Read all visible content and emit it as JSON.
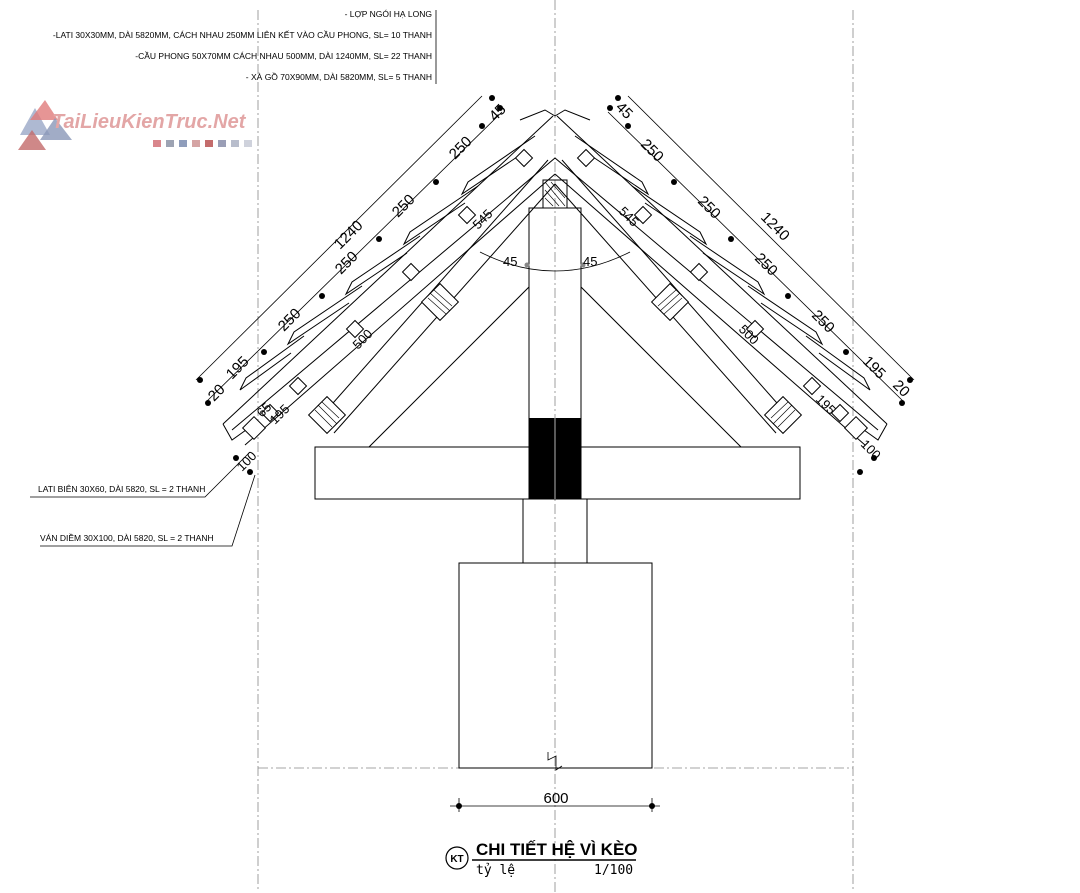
{
  "notes": {
    "roof": "- LỢP NGÓI HẠ LONG",
    "lati": "-LATI 30X30MM, DÀI 5820MM, CÁCH NHAU 250MM LIÊN KẾT VÀO CẦU PHONG, SL= 10 THANH",
    "cau_phong": "-CẦU PHONG 50X70MM CÁCH NHAU 500MM, DÀI 1240MM, SL= 22 THANH",
    "xa_go": "- XÀ GỒ 70X90MM, DÀI 5820MM, SL= 5 THANH",
    "lati_bien": "LATI BIÊN 30X60, DÀI 5820, SL = 2 THANH",
    "van_diem": "VÁN DIỀM 30X100, DÀI 5820, SL = 2 THANH"
  },
  "logo": {
    "text": "TaiLieuKienTruc.Net"
  },
  "dimensions": {
    "left_total": "1240",
    "right_total": "1240",
    "spacing": "250",
    "ridge_gap": "45",
    "eave": "195",
    "edge": "20",
    "board": "100",
    "rafter_top": "545",
    "rafter_mid": "500",
    "inner_small": "65",
    "angle": "45",
    "bottom_width": "600"
  },
  "title_block": {
    "badge": "KT",
    "title": "CHI TIẾT HỆ VÌ KÈO",
    "scale_label": "tỷ lệ",
    "scale_value": "1/100"
  }
}
